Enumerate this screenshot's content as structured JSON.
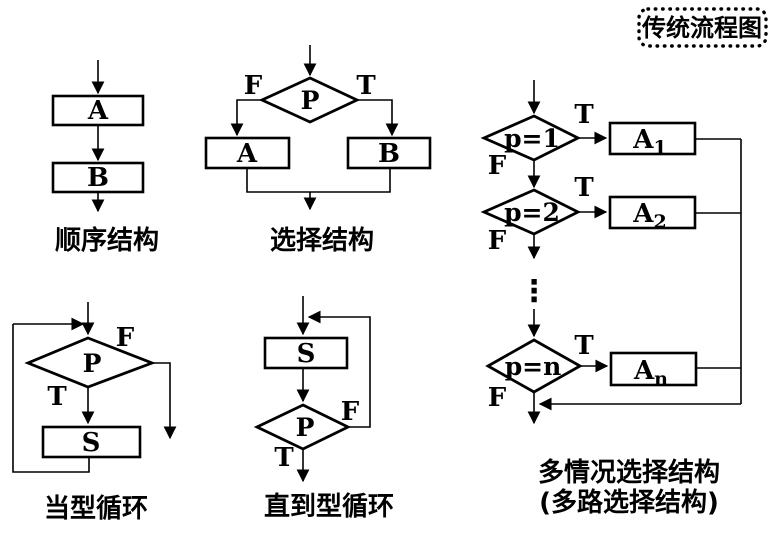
{
  "title": {
    "text": "传统流程图"
  },
  "structures": {
    "sequence": {
      "caption": "顺序结构",
      "box_a": "A",
      "box_b": "B"
    },
    "selection": {
      "caption": "选择结构",
      "condition": "P",
      "false_label": "F",
      "true_label": "T",
      "box_a": "A",
      "box_b": "B"
    },
    "while_loop": {
      "caption": "当型循环",
      "condition": "P",
      "false_label": "F",
      "true_label": "T",
      "body": "S"
    },
    "until_loop": {
      "caption": "直到型循环",
      "condition": "P",
      "false_label": "F",
      "true_label": "T",
      "body": "S"
    },
    "multiway": {
      "caption_line1": "多情况选择结构",
      "caption_line2": "(多路选择结构)",
      "ellipsis": "⋮",
      "branches": [
        {
          "condition": "p=1",
          "true_label": "T",
          "false_label": "F",
          "box_main": "A",
          "box_sub": "1"
        },
        {
          "condition": "p=2",
          "true_label": "T",
          "false_label": "F",
          "box_main": "A",
          "box_sub": "2"
        },
        {
          "condition": "p=n",
          "true_label": "T",
          "false_label": "F",
          "box_main": "A",
          "box_sub": "n"
        }
      ]
    }
  }
}
